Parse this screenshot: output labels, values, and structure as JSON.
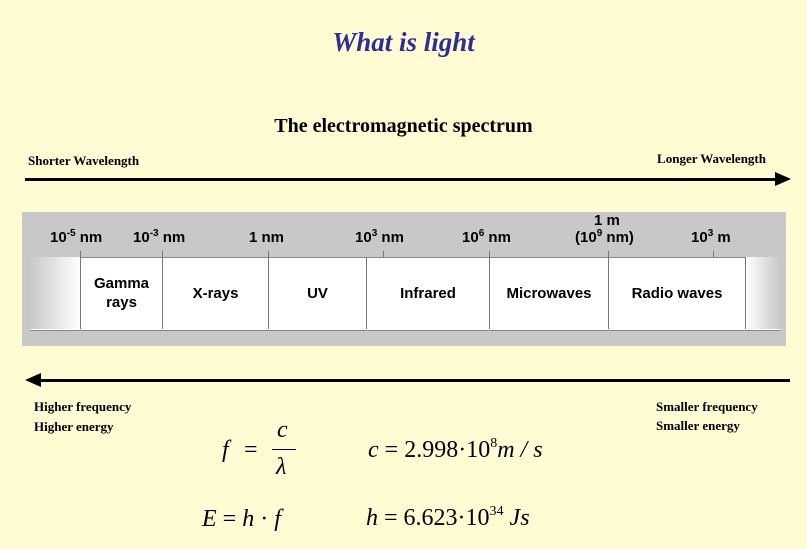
{
  "slide": {
    "title": "What is light",
    "spectrum_heading": "The electromagnetic spectrum",
    "shorter_wavelength": "Shorter Wavelength",
    "longer_wavelength": "Longer Wavelength",
    "higher_frequency": "Higher frequency",
    "higher_energy": "Higher energy",
    "smaller_frequency": "Smaller frequency",
    "smaller_energy": "Smaller energy"
  },
  "spectrum": {
    "scale": [
      {
        "base": "10",
        "exp": "-5",
        "unit": " nm"
      },
      {
        "base": "10",
        "exp": "-3",
        "unit": " nm"
      },
      {
        "base": "1 nm",
        "exp": "",
        "unit": ""
      },
      {
        "base": "10",
        "exp": "3",
        "unit": " nm"
      },
      {
        "base": "10",
        "exp": "6",
        "unit": " nm"
      },
      {
        "top": "1 m",
        "base": "(10",
        "exp": "9",
        "unit": " nm)"
      },
      {
        "base": "10",
        "exp": "3",
        "unit": " m"
      }
    ],
    "bands": [
      {
        "line1": "Gamma",
        "line2": "rays"
      },
      {
        "line1": "X-rays",
        "line2": ""
      },
      {
        "line1": "UV",
        "line2": ""
      },
      {
        "line1": "Infrared",
        "line2": ""
      },
      {
        "line1": "Microwaves",
        "line2": ""
      },
      {
        "line1": "Radio waves",
        "line2": ""
      }
    ]
  },
  "formulas": {
    "f_lhs": "f",
    "equals": "=",
    "numerator": "c",
    "denominator": "λ",
    "c_lhs": "c",
    "c_value": "2.998·10",
    "c_exp": "8",
    "c_unit": "m / s",
    "E_lhs": "E",
    "E_rhs_h": "h",
    "dot": "·",
    "E_rhs_f": "f",
    "h_lhs": "h",
    "h_value": "6.623·10",
    "h_exp": "34",
    "h_unit": "Js"
  },
  "colors": {
    "background": "#fffbd2",
    "title": "#2e2e96",
    "panel": "#c8c8c8"
  }
}
